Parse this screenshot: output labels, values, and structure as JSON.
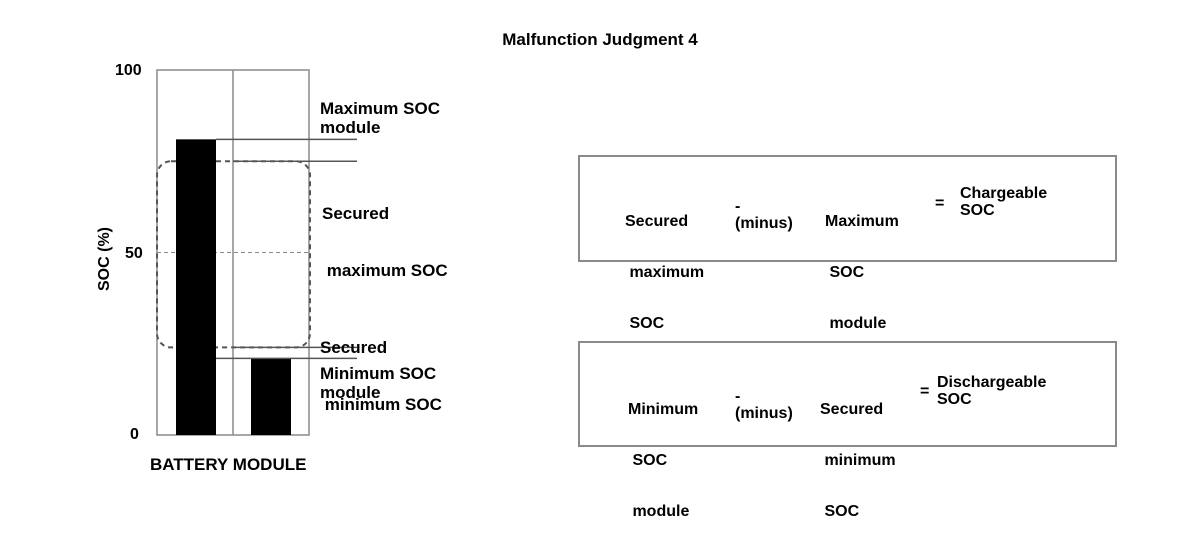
{
  "title": "Malfunction Judgment 4",
  "y_axis": {
    "label": "SOC (%)",
    "ticks": [
      "100",
      "50",
      "0"
    ]
  },
  "x_axis": {
    "label": "BATTERY MODULE"
  },
  "chart_data": {
    "type": "bar",
    "title": "Malfunction Judgment 4",
    "ylabel": "SOC (%)",
    "xlabel": "BATTERY MODULE",
    "ylim": [
      0,
      100
    ],
    "y_ticks": [
      0,
      50,
      100
    ],
    "categories": [
      "",
      ""
    ],
    "values": [
      81,
      21
    ],
    "reference_lines": [
      {
        "label": "Maximum SOC module",
        "value": 81
      },
      {
        "label": "Secured maximum SOC",
        "value": 75
      },
      {
        "label": "Secured minimum SOC",
        "value": 24
      },
      {
        "label": "Minimum SOC module",
        "value": 21
      }
    ],
    "secured_range": [
      24,
      75
    ]
  },
  "annotations": {
    "max_module": [
      "Maximum SOC",
      "module"
    ],
    "secured_max": [
      "Secured",
      " maximum SOC"
    ],
    "secured_min": [
      "Secured",
      " minimum SOC"
    ],
    "min_module": [
      "Minimum SOC",
      "module"
    ]
  },
  "equations": [
    {
      "left": [
        "Secured",
        " maximum",
        " SOC"
      ],
      "op": [
        "-",
        "(minus)"
      ],
      "right": [
        "Maximum",
        " SOC",
        " module"
      ],
      "equals": "=",
      "result": [
        "Chargeable",
        "SOC"
      ]
    },
    {
      "left": [
        "Minimum",
        " SOC",
        " module"
      ],
      "op": [
        "-",
        "(minus)"
      ],
      "right": [
        "Secured",
        " minimum",
        " SOC"
      ],
      "equals": "=",
      "result": [
        "Dischargeable",
        "SOC"
      ]
    }
  ]
}
